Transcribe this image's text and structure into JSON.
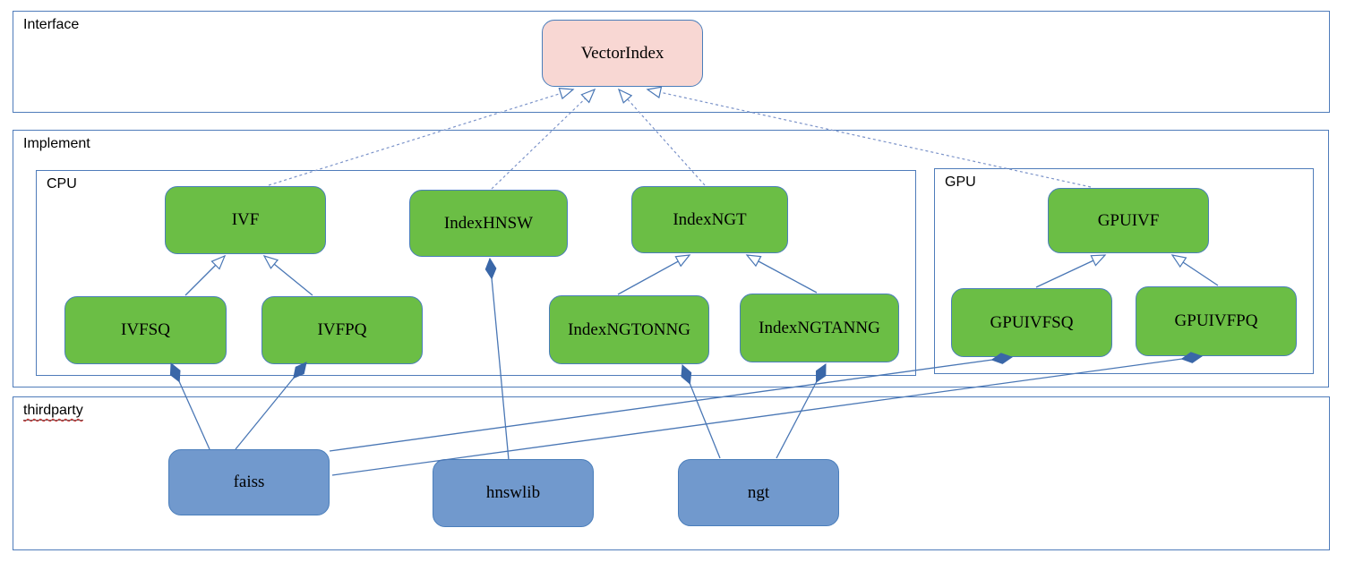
{
  "diagram": {
    "containers": [
      {
        "id": "interface",
        "label": "Interface"
      },
      {
        "id": "implement",
        "label": "Implement"
      },
      {
        "id": "cpu",
        "label": "CPU"
      },
      {
        "id": "gpu",
        "label": "GPU"
      },
      {
        "id": "thirdparty",
        "label": "thirdparty",
        "misspelled": true
      }
    ],
    "nodes": [
      {
        "id": "vectorindex",
        "label": "VectorIndex",
        "kind": "interface"
      },
      {
        "id": "ivf",
        "label": "IVF",
        "kind": "class"
      },
      {
        "id": "indexhnsw",
        "label": "IndexHNSW",
        "kind": "class"
      },
      {
        "id": "indexngt",
        "label": "IndexNGT",
        "kind": "class"
      },
      {
        "id": "gpuivf",
        "label": "GPUIVF",
        "kind": "class"
      },
      {
        "id": "ivfsq",
        "label": "IVFSQ",
        "kind": "class"
      },
      {
        "id": "ivfpq",
        "label": "IVFPQ",
        "kind": "class"
      },
      {
        "id": "indexngtonng",
        "label": "IndexNGTONNG",
        "kind": "class"
      },
      {
        "id": "indexngtanng",
        "label": "IndexNGTANNG",
        "kind": "class"
      },
      {
        "id": "gpuivfsq",
        "label": "GPUIVFSQ",
        "kind": "class"
      },
      {
        "id": "gpuivfpq",
        "label": "GPUIVFPQ",
        "kind": "class"
      },
      {
        "id": "faiss",
        "label": "faiss",
        "kind": "thirdparty"
      },
      {
        "id": "hnswlib",
        "label": "hnswlib",
        "kind": "thirdparty"
      },
      {
        "id": "ngt",
        "label": "ngt",
        "kind": "thirdparty"
      }
    ],
    "edges": [
      {
        "from": "ivf",
        "to": "vectorindex",
        "kind": "realization"
      },
      {
        "from": "indexhnsw",
        "to": "vectorindex",
        "kind": "realization"
      },
      {
        "from": "indexngt",
        "to": "vectorindex",
        "kind": "realization"
      },
      {
        "from": "gpuivf",
        "to": "vectorindex",
        "kind": "realization"
      },
      {
        "from": "ivfsq",
        "to": "ivf",
        "kind": "generalization"
      },
      {
        "from": "ivfpq",
        "to": "ivf",
        "kind": "generalization"
      },
      {
        "from": "indexngtonng",
        "to": "indexngt",
        "kind": "generalization"
      },
      {
        "from": "indexngtanng",
        "to": "indexngt",
        "kind": "generalization"
      },
      {
        "from": "gpuivfsq",
        "to": "gpuivf",
        "kind": "generalization"
      },
      {
        "from": "gpuivfpq",
        "to": "gpuivf",
        "kind": "generalization"
      },
      {
        "from": "hnswlib",
        "to": "indexhnsw",
        "kind": "composition"
      },
      {
        "from": "faiss",
        "to": "ivfsq",
        "kind": "composition"
      },
      {
        "from": "faiss",
        "to": "ivfpq",
        "kind": "composition"
      },
      {
        "from": "faiss",
        "to": "gpuivfsq",
        "kind": "composition"
      },
      {
        "from": "faiss",
        "to": "gpuivfpq",
        "kind": "composition"
      },
      {
        "from": "ngt",
        "to": "indexngtonng",
        "kind": "composition"
      },
      {
        "from": "ngt",
        "to": "indexngtanng",
        "kind": "composition"
      }
    ],
    "colors": {
      "frame": "#4f7cba",
      "node_border": "#4a7ebb",
      "class_fill": "#6bbe45",
      "interface_fill": "#f8d7d3",
      "thirdparty_fill": "#7199cd",
      "line": "#4a77b5",
      "realization_line": "#7b93c9",
      "misspell": "#cf2e2e",
      "label": "#000000"
    }
  }
}
